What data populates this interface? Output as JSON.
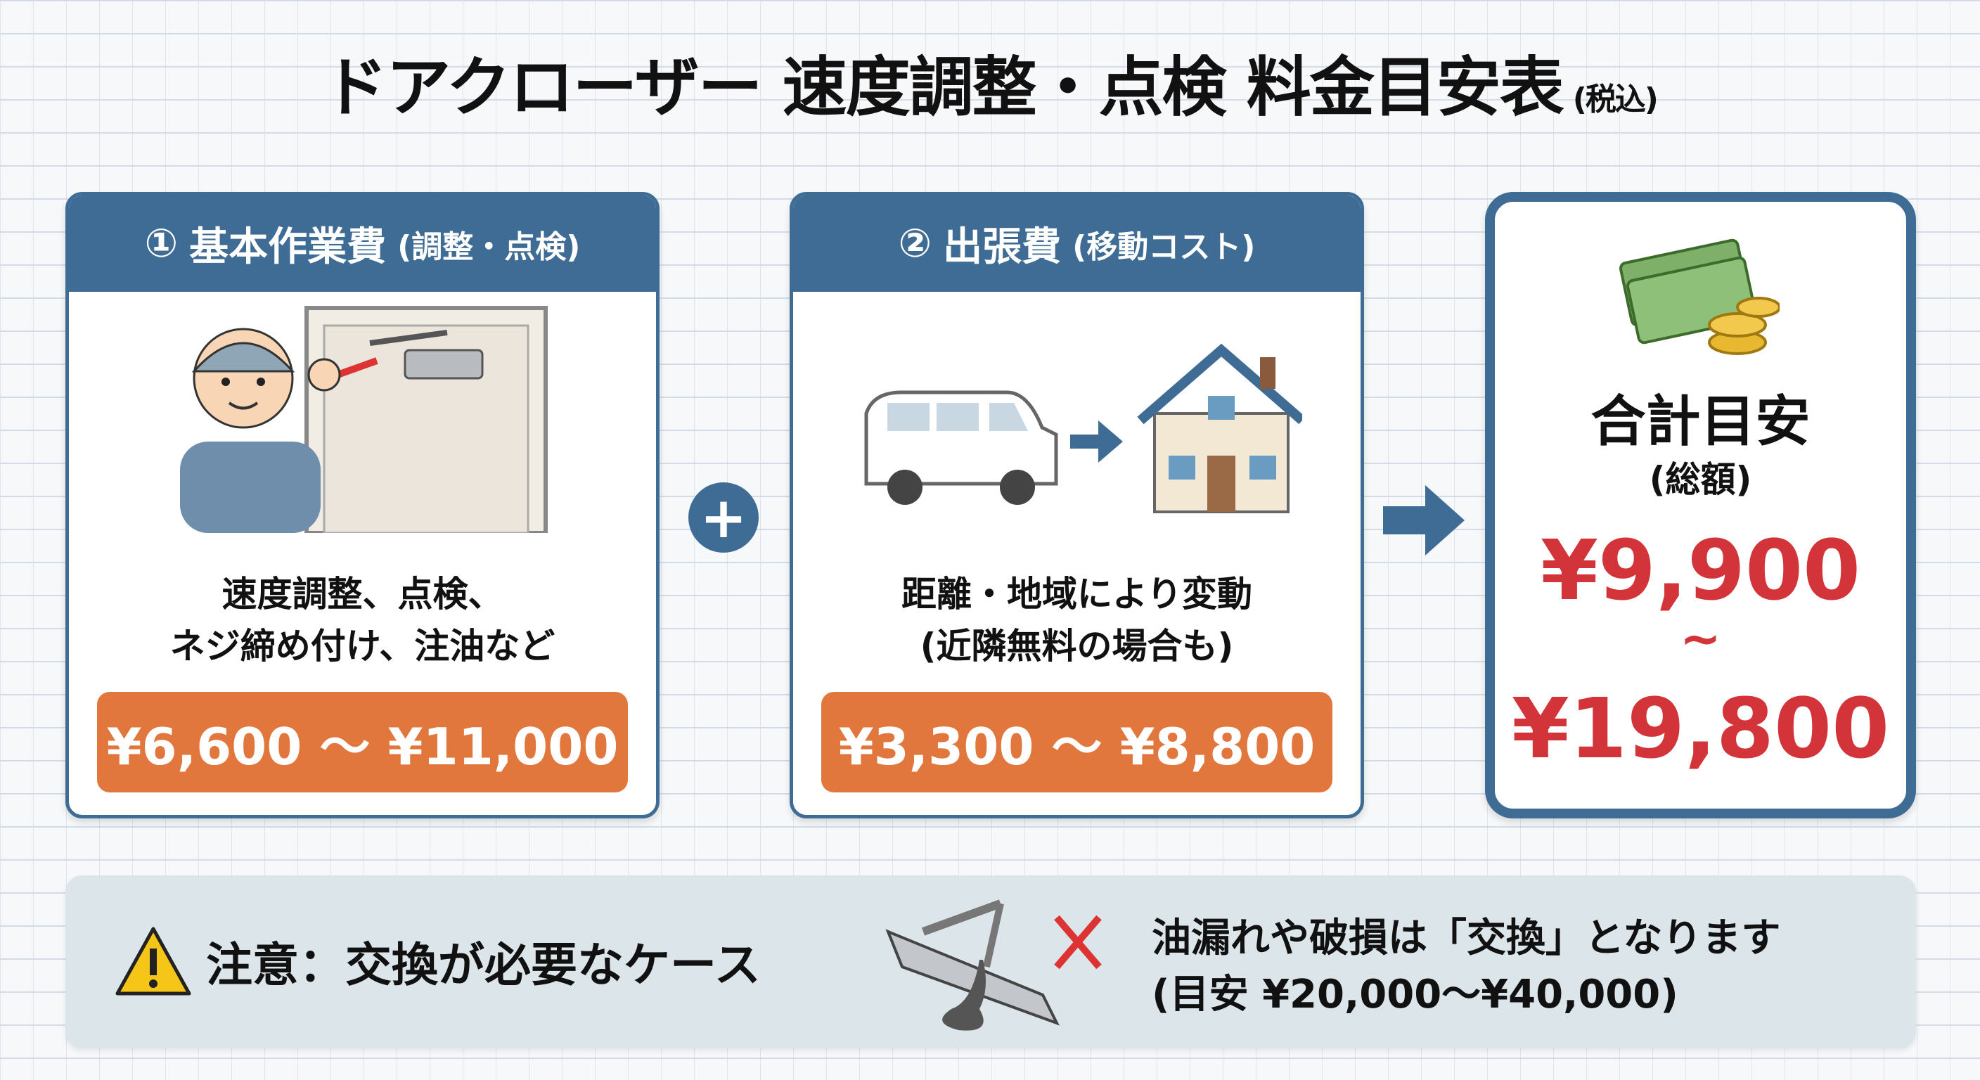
{
  "title": {
    "main": "ドアクローザー 速度調整・点検 料金目安表",
    "suffix": "(税込)"
  },
  "cards": [
    {
      "number": "①",
      "name": "基本作業費",
      "note": "(調整・点検)",
      "desc_lines": [
        "速度調整、点検、",
        "ネジ締め付け、注油など"
      ],
      "price": "¥6,600 ～ ¥11,000",
      "icon": "worker-adjusting-door-closer"
    },
    {
      "number": "②",
      "name": "出張費",
      "note": "(移動コスト)",
      "desc_lines": [
        "距離・地域により変動",
        "(近隣無料の場合も)"
      ],
      "price": "¥3,300 ～ ¥8,800",
      "icon": "van-to-house"
    }
  ],
  "operator": "+",
  "total": {
    "label": "合計目安",
    "sub": "(総額)",
    "min": "¥9,900",
    "tilde": "~",
    "max": "¥19,800",
    "icon": "money-icon"
  },
  "notice": {
    "label": "注意：交換が必要なケース",
    "line1": "油漏れや破損は「交換」となります",
    "line2": "(目安 ¥20,000～¥40,000)"
  },
  "colors": {
    "primary": "#3f6c95",
    "price_bg": "#e2773d",
    "total_text": "#d2343a",
    "notice_bg": "#dbe5ea"
  }
}
